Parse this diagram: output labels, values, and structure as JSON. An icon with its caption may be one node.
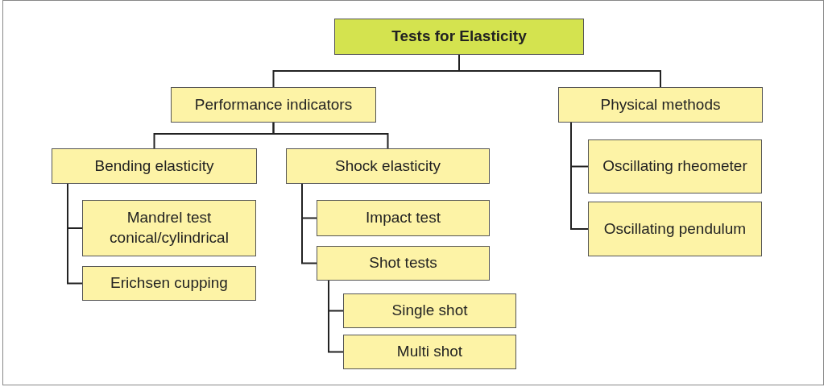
{
  "diagram": {
    "nodes": [
      {
        "text": [
          "Tests for Elasticity"
        ]
      },
      {
        "text": [
          "Performance indicators"
        ]
      },
      {
        "text": [
          "Physical methods"
        ]
      },
      {
        "text": [
          "Bending elasticity"
        ]
      },
      {
        "text": [
          "Mandrel test conical/cylindrical"
        ]
      },
      {
        "text": [
          "Erichsen cupping"
        ]
      },
      {
        "text": [
          "Shock elasticity"
        ]
      },
      {
        "text": [
          "Impact test"
        ]
      },
      {
        "text": [
          "Shot tests"
        ]
      },
      {
        "text": [
          "Single shot"
        ]
      },
      {
        "text": [
          "Multi shot"
        ]
      },
      {
        "text": [
          "Oscillating rheometer"
        ]
      },
      {
        "text": [
          "Oscillating pendulum"
        ]
      }
    ],
    "edges": [
      {
        "from": 0,
        "to": 1,
        "arrow": "none"
      },
      {
        "from": 0,
        "to": 2,
        "arrow": "none"
      },
      {
        "from": 1,
        "to": 3,
        "arrow": "none"
      },
      {
        "from": 1,
        "to": 6,
        "arrow": "none"
      },
      {
        "from": 3,
        "to": 4,
        "arrow": "none"
      },
      {
        "from": 3,
        "to": 5,
        "arrow": "none"
      },
      {
        "from": 6,
        "to": 7,
        "arrow": "none"
      },
      {
        "from": 6,
        "to": 8,
        "arrow": "none"
      },
      {
        "from": 8,
        "to": 9,
        "arrow": "none"
      },
      {
        "from": 8,
        "to": 10,
        "arrow": "none"
      },
      {
        "from": 2,
        "to": 11,
        "arrow": "none"
      },
      {
        "from": 2,
        "to": 12,
        "arrow": "none"
      }
    ]
  }
}
